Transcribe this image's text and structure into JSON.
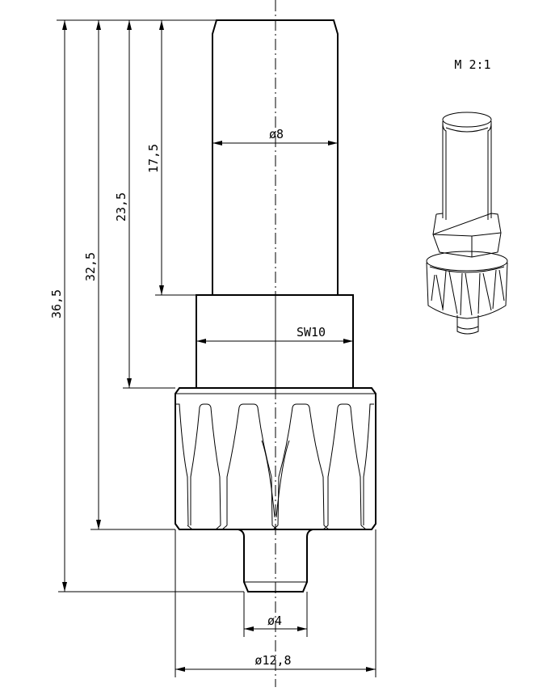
{
  "scale_label": "M 2:1",
  "dimensions": {
    "overall_length": "36,5",
    "to_knurl_bottom": "32,5",
    "to_hex_bottom": "23,5",
    "shaft_length": "17,5",
    "shaft_diameter": "ø8",
    "hex_width": "SW10",
    "pin_diameter": "ø4",
    "knurl_diameter": "ø12,8"
  },
  "colors": {
    "line": "#000000",
    "background": "#ffffff"
  }
}
